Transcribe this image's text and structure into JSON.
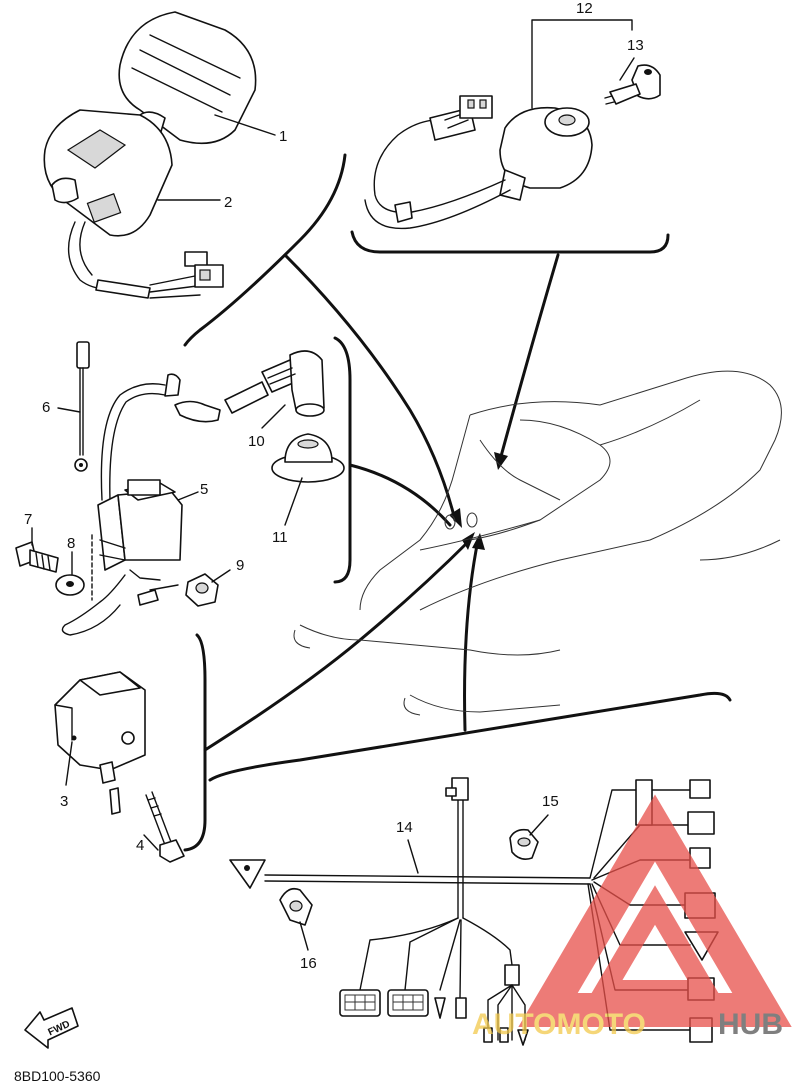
{
  "diagram": {
    "callouts": {
      "c1": "1",
      "c2": "2",
      "c3": "3",
      "c4": "4",
      "c5": "5",
      "c6": "6",
      "c7": "7",
      "c8": "8",
      "c9": "9",
      "c10": "10",
      "c11": "11",
      "c12": "12",
      "c13": "13",
      "c14": "14",
      "c15": "15",
      "c16": "16"
    },
    "fwd_label": "FWD",
    "document_number": "8BD100-5360"
  },
  "watermark": {
    "part1": "AUTOMOTO",
    "part2": "HUB",
    "color_triangle": "#e8504a",
    "color_auto": "#f2c94c",
    "color_hub": "#555555"
  }
}
